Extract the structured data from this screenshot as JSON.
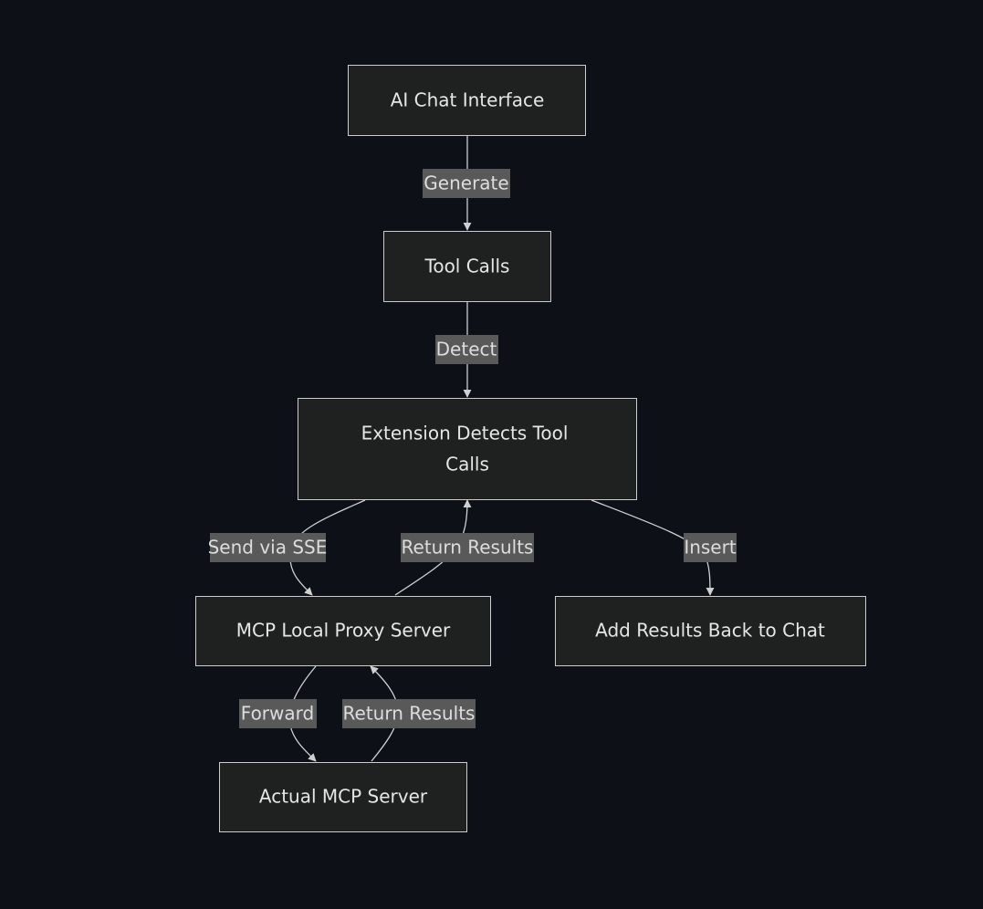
{
  "nodes": {
    "ai_chat": "AI Chat Interface",
    "tool_calls": "Tool Calls",
    "extension_line1": "Extension Detects Tool",
    "extension_line2": "Calls",
    "proxy": "MCP Local Proxy Server",
    "add_results": "Add Results Back to Chat",
    "actual_server": "Actual MCP Server"
  },
  "edges": {
    "generate": "Generate",
    "detect": "Detect",
    "send_via_sse": "Send via SSE",
    "return_results_ext": "Return Results",
    "insert": "Insert",
    "forward": "Forward",
    "return_results_proxy": "Return Results"
  },
  "colors": {
    "background": "#0d1016",
    "node_fill": "#1f2020",
    "node_stroke": "#cccccc",
    "edge": "#d0d0d0",
    "label_bg": "#595959",
    "text": "#e6e6e6"
  }
}
